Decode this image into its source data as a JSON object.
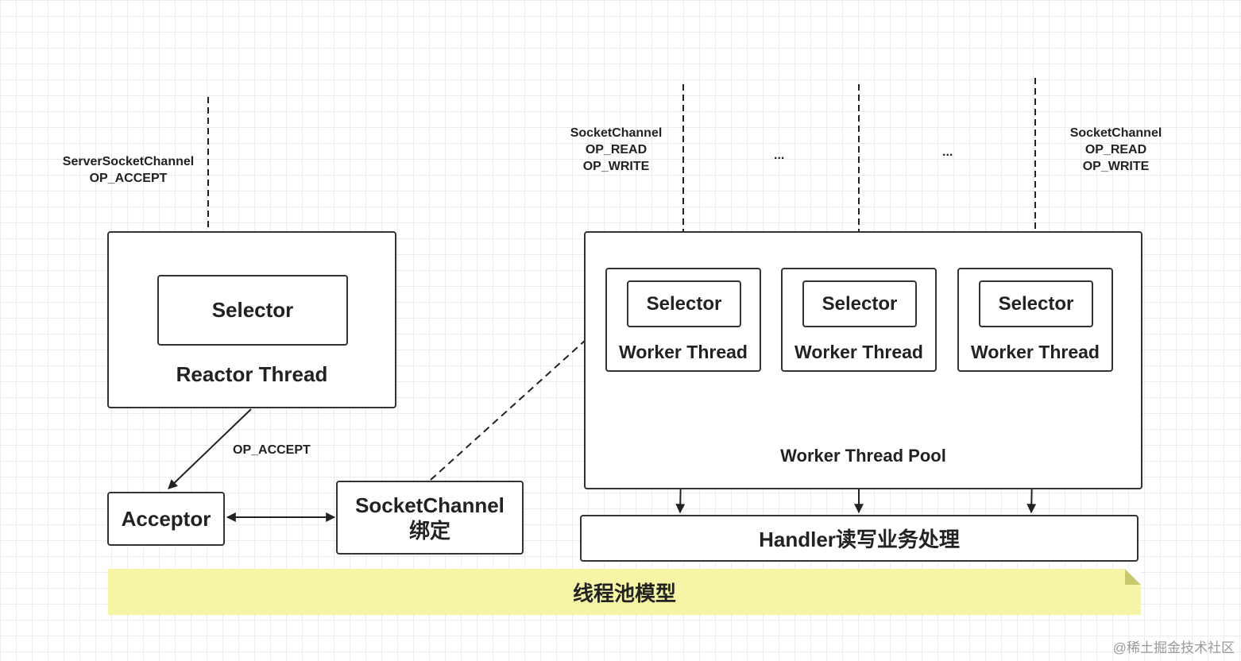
{
  "left": {
    "channel_label": [
      "ServerSocketChannel",
      "OP_ACCEPT"
    ],
    "reactor": {
      "selector": "Selector",
      "thread": "Reactor Thread"
    },
    "accept_edge_label": "OP_ACCEPT",
    "acceptor": "Acceptor",
    "socket_channel": [
      "SocketChannel",
      "绑定"
    ]
  },
  "right": {
    "channel_label_left": [
      "SocketChannel",
      "OP_READ",
      "OP_WRITE"
    ],
    "channel_label_right": [
      "SocketChannel",
      "OP_READ",
      "OP_WRITE"
    ],
    "ellipsis": [
      "...",
      "..."
    ],
    "workers": [
      {
        "selector": "Selector",
        "thread": "Worker Thread"
      },
      {
        "selector": "Selector",
        "thread": "Worker Thread"
      },
      {
        "selector": "Selector",
        "thread": "Worker Thread"
      }
    ],
    "pool_label": "Worker Thread Pool",
    "handler": "Handler读写业务处理"
  },
  "footer": {
    "title": "线程池模型"
  },
  "watermark": "@稀土掘金技术社区"
}
